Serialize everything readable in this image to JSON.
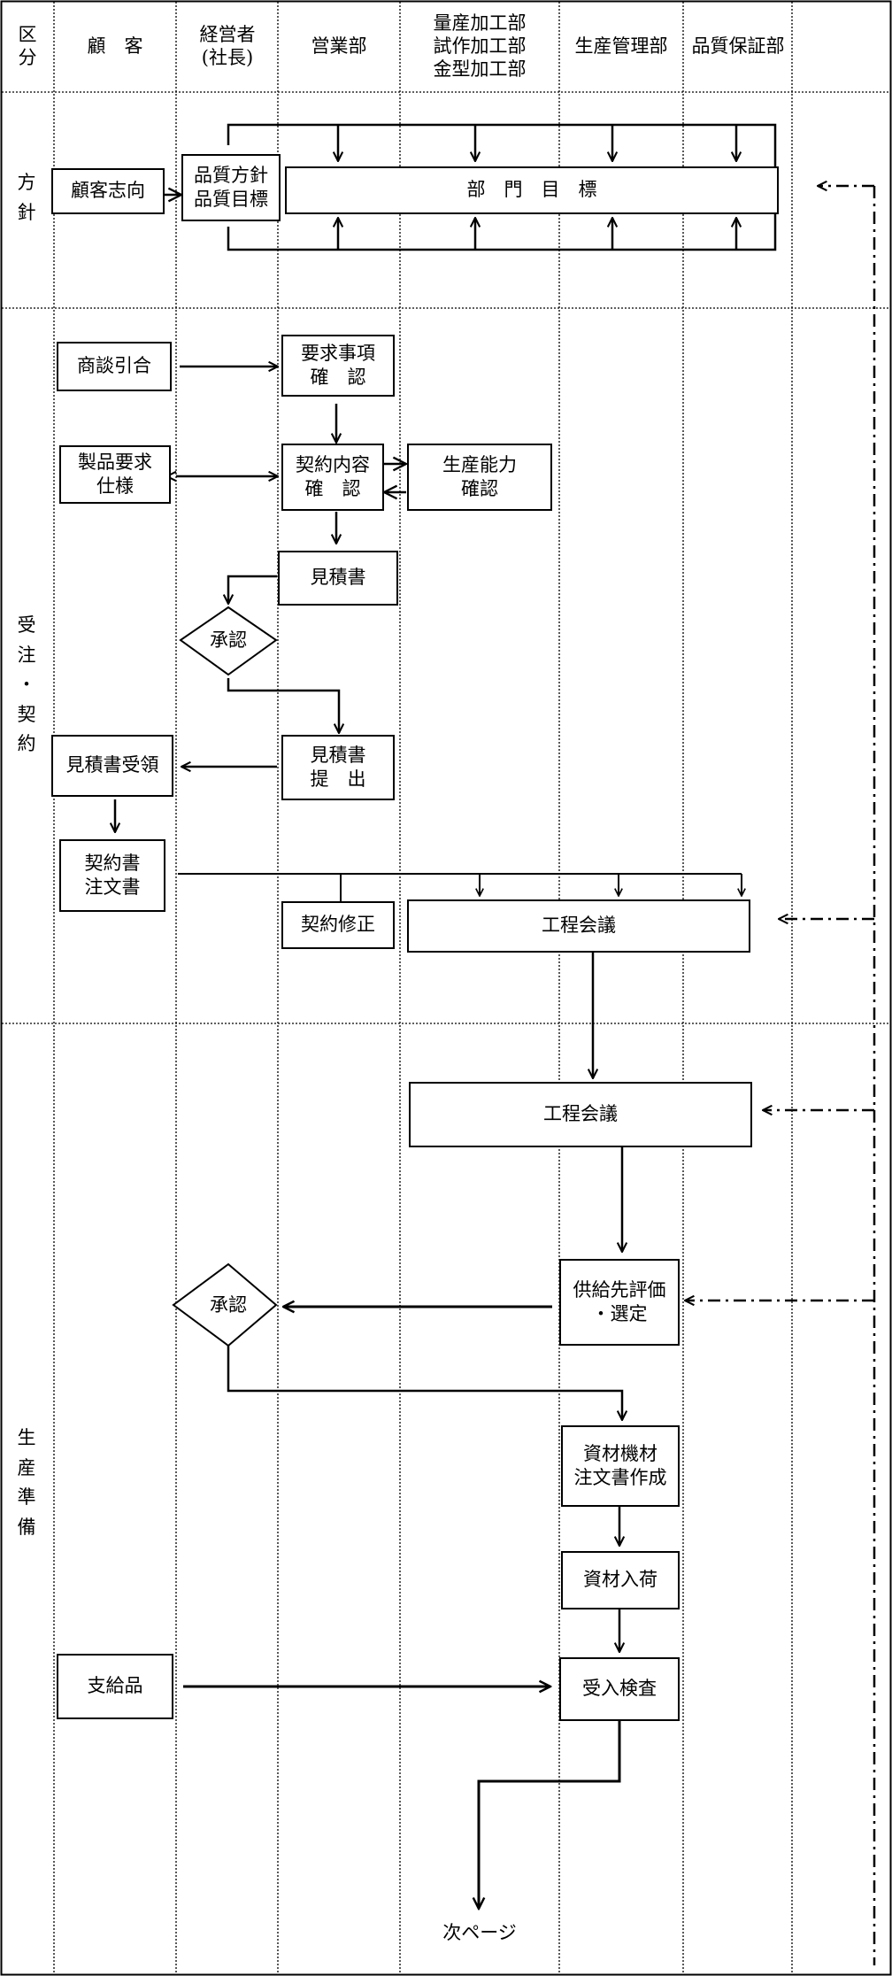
{
  "header": {
    "section": "区\n分",
    "customer": "顧　客",
    "management": "経営者\n(社長)",
    "sales": "営業部",
    "processing": "量産加工部\n試作加工部\n金型加工部",
    "production_control": "生産管理部",
    "quality_assurance": "品質保証部"
  },
  "sections": {
    "policy": "方\n針",
    "order": "受\n注\n・\n契\n約",
    "prep": "生\n産\n準\n備"
  },
  "boxes": {
    "customer_focus": "顧客志向",
    "quality_policy": "品質方針\n品質目標",
    "dept_goals": "部　門　目　標",
    "inquiry": "商談引合",
    "requirements_check": "要求事項\n確　認",
    "product_spec": "製品要求\n仕様",
    "contract_check": "契約内容\n確　認",
    "capacity_check": "生産能力\n確認",
    "estimate": "見積書",
    "approval_1": "承認",
    "estimate_submit": "見積書\n提　出",
    "estimate_receipt": "見積書受領",
    "contract_order": "契約書\n注文書",
    "contract_revision": "契約修正",
    "process_meeting_1": "工程会議",
    "process_meeting_2": "工程会議",
    "supplier_eval": "供給先評価\n・選定",
    "approval_2": "承認",
    "material_order": "資材機材\n注文書作成",
    "material_arrival": "資材入荷",
    "supplied_goods": "支給品",
    "receiving_inspection": "受入検査",
    "next_page": "次ページ"
  }
}
